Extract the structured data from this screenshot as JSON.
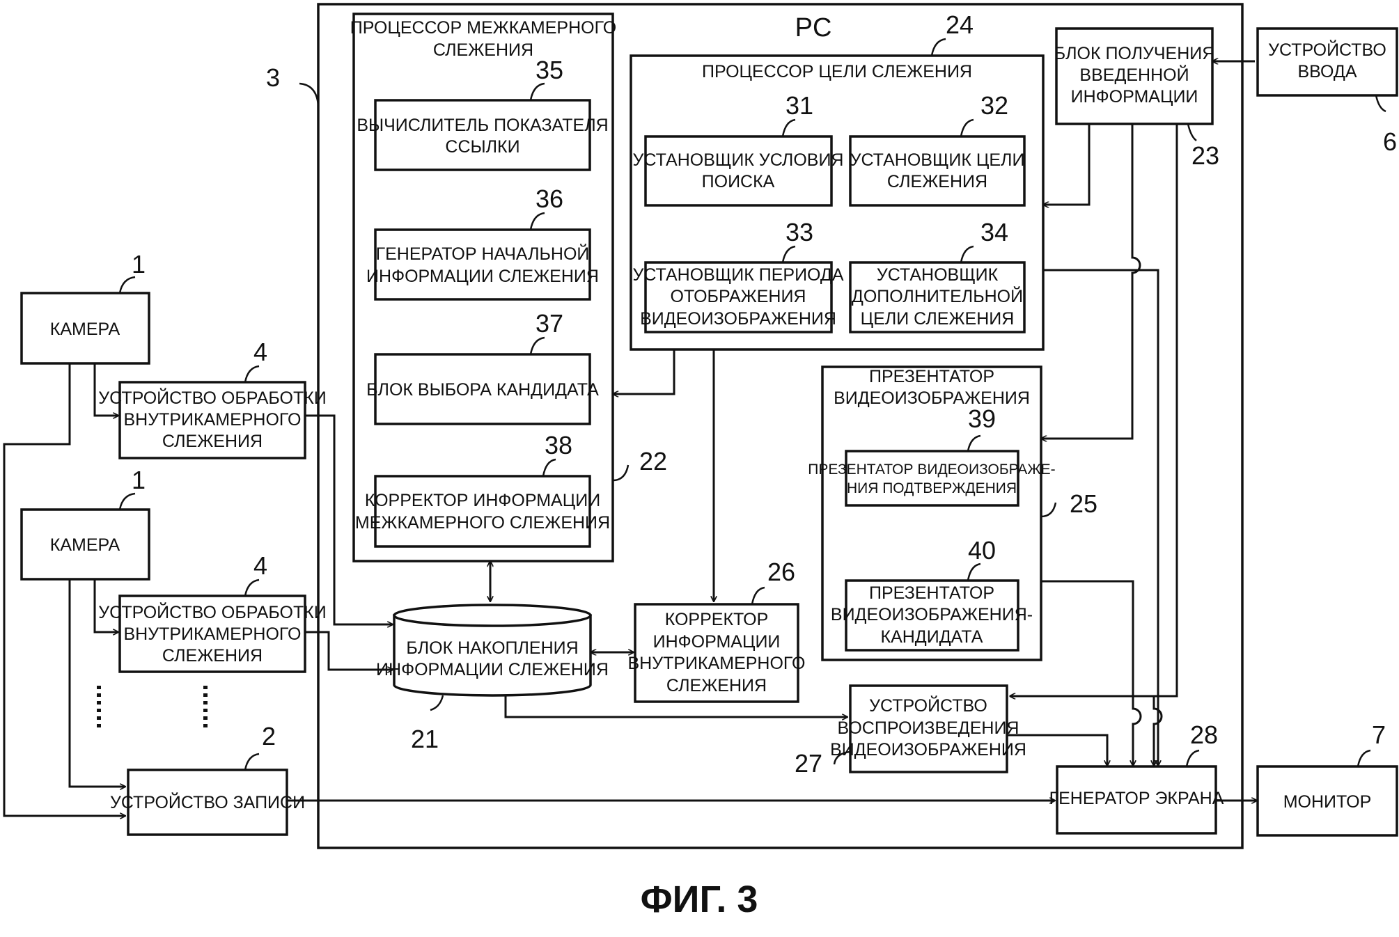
{
  "figure": {
    "caption": "ФИГ. 3",
    "pc_label": "PC"
  },
  "blocks": {
    "camera_a": {
      "num": "1",
      "lines": [
        "КАМЕРА"
      ]
    },
    "camera_b": {
      "num": "1",
      "lines": [
        "КАМЕРА"
      ]
    },
    "intracam_a": {
      "num": "4",
      "lines": [
        "УСТРОЙСТВО ОБРАБОТКИ",
        "ВНУТРИКАМЕРНОГО",
        "СЛЕЖЕНИЯ"
      ]
    },
    "intracam_b": {
      "num": "4",
      "lines": [
        "УСТРОЙСТВО ОБРАБОТКИ",
        "ВНУТРИКАМЕРНОГО",
        "СЛЕЖЕНИЯ"
      ]
    },
    "recorder": {
      "num": "2",
      "lines": [
        "УСТРОЙСТВО ЗАПИСИ"
      ]
    },
    "pc_frame": {
      "num": "3"
    },
    "intercam_proc": {
      "num": "22",
      "lines": [
        "ПРОЦЕССОР МЕЖКАМЕРНОГО",
        "СЛЕЖЕНИЯ"
      ]
    },
    "link_calc": {
      "num": "35",
      "lines": [
        "ВЫЧИСЛИТЕЛЬ ПОКАЗАТЕЛЯ",
        "ССЫЛКИ"
      ]
    },
    "init_gen": {
      "num": "36",
      "lines": [
        "ГЕНЕРАТОР НАЧАЛЬНОЙ",
        "ИНФОРМАЦИИ СЛЕЖЕНИЯ"
      ]
    },
    "cand_select": {
      "num": "37",
      "lines": [
        "БЛОК ВЫБОРА КАНДИДАТА"
      ]
    },
    "intercam_corr": {
      "num": "38",
      "lines": [
        "КОРРЕКТОР ИНФОРМАЦИИ",
        "МЕЖКАМЕРНОГО СЛЕЖЕНИЯ"
      ]
    },
    "target_proc": {
      "num": "24",
      "lines": [
        "ПРОЦЕССОР ЦЕЛИ СЛЕЖЕНИЯ"
      ]
    },
    "search_cond": {
      "num": "31",
      "lines": [
        "УСТАНОВЩИК УСЛОВИЯ",
        "ПОИСКА"
      ]
    },
    "target_set": {
      "num": "32",
      "lines": [
        "УСТАНОВЩИК ЦЕЛИ",
        "СЛЕЖЕНИЯ"
      ]
    },
    "period_set": {
      "num": "33",
      "lines": [
        "УСТАНОВЩИК ПЕРИОДА",
        "ОТОБРАЖЕНИЯ",
        "ВИДЕОИЗОБРАЖЕНИЯ"
      ]
    },
    "add_target": {
      "num": "34",
      "lines": [
        "УСТАНОВЩИК",
        "ДОПОЛНИТЕЛЬНОЙ",
        "ЦЕЛИ СЛЕЖЕНИЯ"
      ]
    },
    "input_acq": {
      "num": "23",
      "lines": [
        "БЛОК ПОЛУЧЕНИЯ",
        "ВВЕДЕННОЙ",
        "ИНФОРМАЦИИ"
      ]
    },
    "input_dev": {
      "num": "6",
      "lines": [
        "УСТРОЙСТВО",
        "ВВОДА"
      ]
    },
    "presenter": {
      "num": "25",
      "lines": [
        "ПРЕЗЕНТАТОР",
        "ВИДЕОИЗОБРАЖЕНИЯ"
      ]
    },
    "confirm_pres": {
      "num": "39",
      "lines": [
        "ПРЕЗЕНТАТОР ВИДЕОИЗОБРАЖЕ-",
        "НИЯ ПОДТВЕРЖДЕНИЯ"
      ]
    },
    "cand_pres": {
      "num": "40",
      "lines": [
        "ПРЕЗЕНТАТОР",
        "ВИДЕОИЗОБРАЖЕНИЯ-",
        "КАНДИДАТА"
      ]
    },
    "storage": {
      "num": "21",
      "lines": [
        "БЛОК НАКОПЛЕНИЯ",
        "ИНФОРМАЦИИ СЛЕЖЕНИЯ"
      ]
    },
    "intracam_corr": {
      "num": "26",
      "lines": [
        "КОРРЕКТОР",
        "ИНФОРМАЦИИ",
        "ВНУТРИКАМЕРНОГО",
        "СЛЕЖЕНИЯ"
      ]
    },
    "playback": {
      "num": "27",
      "lines": [
        "УСТРОЙСТВО",
        "ВОСПРОИЗВЕДЕНИЯ",
        "ВИДЕОИЗОБРАЖЕНИЯ"
      ]
    },
    "screen_gen": {
      "num": "28",
      "lines": [
        "ГЕНЕРАТОР ЭКРАНА"
      ]
    },
    "monitor": {
      "num": "7",
      "lines": [
        "МОНИТОР"
      ]
    }
  }
}
